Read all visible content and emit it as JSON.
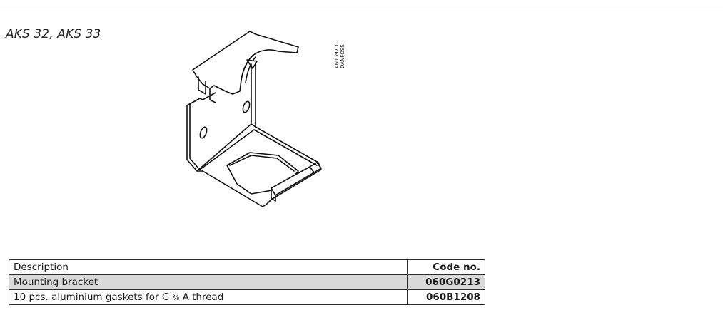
{
  "section": {
    "title": "AKS 32, AKS 33"
  },
  "figure": {
    "code_line1": "DANFOSS",
    "code_line2": "A60G97.10"
  },
  "table": {
    "headers": {
      "description": "Description",
      "code": "Code no."
    },
    "rows": [
      {
        "description_pre": "Mounting bracket",
        "description_frac": "",
        "description_post": "",
        "code": "060G0213",
        "shaded": true
      },
      {
        "description_pre": "10 pcs. aluminium gaskets for G ",
        "description_frac": "³⁄₈",
        "description_post": " A thread",
        "code": "060B1208",
        "shaded": false
      }
    ]
  }
}
